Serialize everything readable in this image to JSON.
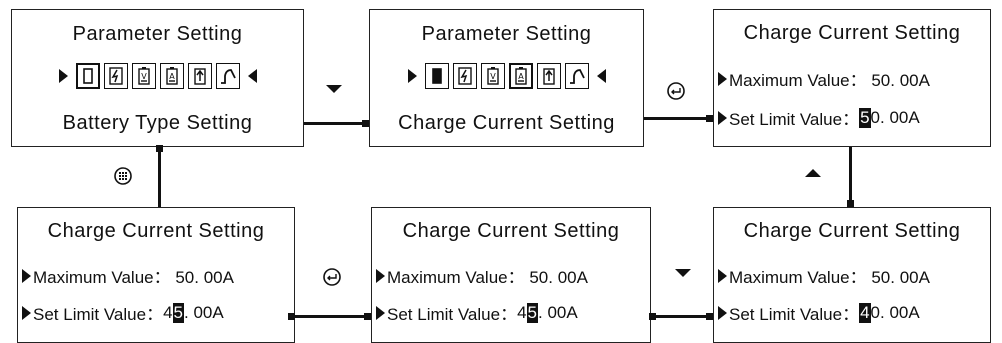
{
  "screens": {
    "s1": {
      "title": "Parameter Setting",
      "subtitle": "Battery Type Setting"
    },
    "s2": {
      "title": "Parameter Setting",
      "subtitle": "Charge Current Setting"
    },
    "s3": {
      "title": "Charge Current Setting",
      "line1": "Maximum Value： 50. 00A",
      "line2_label": "Set Limit Value：",
      "line2_pre": "",
      "line2_hl": "5",
      "line2_post": "0. 00A"
    },
    "s4": {
      "title": "Charge Current Setting",
      "line1": "Maximum Value： 50. 00A",
      "line2_label": "Set Limit Value：",
      "line2_pre": "",
      "line2_hl": "4",
      "line2_post": "0. 00A"
    },
    "s5": {
      "title": "Charge Current Setting",
      "line1": "Maximum Value： 50. 00A",
      "line2_label": "Set Limit Value：",
      "line2_pre": "4",
      "line2_hl": "5",
      "line2_post": ". 00A"
    },
    "s6": {
      "title": "Charge Current Setting",
      "line1": "Maximum Value： 50. 00A",
      "line2_label": "Set Limit Value：",
      "line2_pre": "4",
      "line2_hl": "5",
      "line2_post": ". 00A"
    }
  },
  "icons": [
    "battery-icon",
    "lightning-icon",
    "battery-voltage-icon",
    "battery-lock-icon",
    "charge-up-icon",
    "curve-icon"
  ],
  "key_symbols": [
    "down-arrow-key",
    "enter-key",
    "up-arrow-key",
    "menu-key"
  ],
  "colors": {
    "ink": "#111111",
    "background": "#ffffff"
  }
}
